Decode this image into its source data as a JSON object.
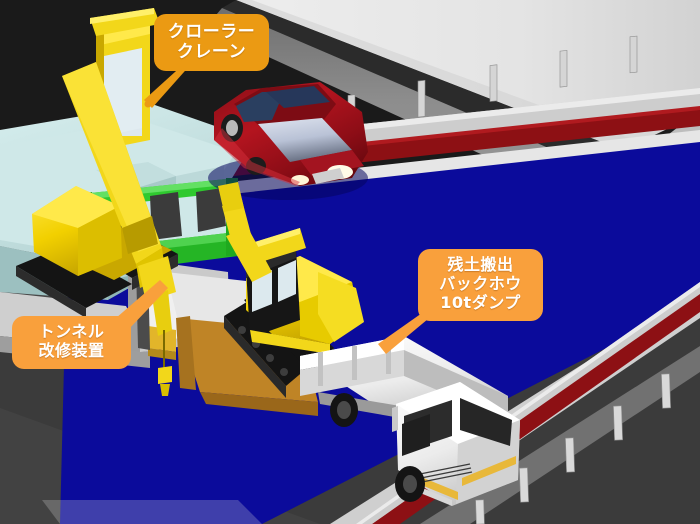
{
  "scene": {
    "title": "Tunnel renovation construction 3D illustration",
    "background_color": "#1c1c1c",
    "road_color": "#0b0b9b",
    "soil_color": "#bf8426",
    "platform_color": "#c8e2e2",
    "green_frame_color": "#1fb81f",
    "machine_yellow": "#f2d71a",
    "guardrail_red": "#8d1014",
    "concrete_gray": "#d8d8d8",
    "callout_orange_dark": "#eb9a13",
    "callout_orange_light": "#f9a03c"
  },
  "callouts": [
    {
      "id": "crane",
      "lines": [
        "クローラー",
        "クレーン"
      ],
      "color": "#eb9a13",
      "points_to": "crawler-crane"
    },
    {
      "id": "spoil",
      "lines": [
        "残土搬出",
        "バックホウ",
        "10tダンプ"
      ],
      "color": "#f9a03c",
      "points_to": "dump-truck"
    },
    {
      "id": "tunnel",
      "lines": [
        "トンネル",
        "改修装置"
      ],
      "color": "#f9a03c",
      "points_to": "tunnel-renovation-device"
    }
  ],
  "objects": [
    {
      "name": "crawler-crane",
      "label": "クローラークレーン"
    },
    {
      "name": "backhoe",
      "label": "バックホウ"
    },
    {
      "name": "dump-truck",
      "label": "10tダンプ"
    },
    {
      "name": "red-sedan",
      "label": "乗用車"
    },
    {
      "name": "tunnel-renovation-device",
      "label": "トンネル改修装置"
    },
    {
      "name": "green-gantry",
      "label": "緑色架台"
    },
    {
      "name": "guardrail",
      "label": "ガードレール"
    },
    {
      "name": "concrete-barrier",
      "label": "コンクリート防護壁"
    },
    {
      "name": "blue-roadway",
      "label": "車道"
    }
  ]
}
